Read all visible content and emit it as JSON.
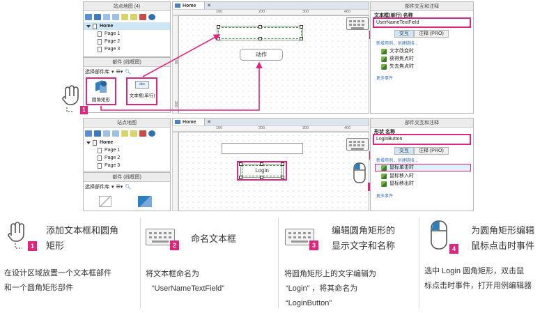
{
  "top": {
    "sitemap_title": "站点地图 (4)",
    "pages": {
      "home": "Home",
      "p1": "Page 1",
      "p2": "Page 2",
      "p3": "Page 3"
    },
    "library_title": "部件 (线框图)",
    "library_select": "选择部件库",
    "lib_items": {
      "rounded_rect": "圆角矩形",
      "textbox": "文本框(单行)",
      "textbox_glyph": "abc"
    },
    "doc_tab": "Home",
    "ruler_marks": [
      "100",
      "200",
      "300",
      "400"
    ],
    "vruler_marks": [
      "100",
      "200"
    ],
    "button_label": "动作",
    "inter_title": "部件交互和注释",
    "widget_type_label": "文本框(单行)  名称",
    "widget_name": "UserNameTextField",
    "tabs": [
      "交互",
      "注释 (PRO)"
    ],
    "links": "新增用例...  创建链接...",
    "events": [
      "文字改变时",
      "获得焦点时",
      "失去焦点时"
    ],
    "more_events": "更多事件"
  },
  "middle": {
    "sitemap_title": "站点地图",
    "pages": {
      "home": "Home",
      "p1": "Page 1",
      "p2": "Page 2",
      "p3": "Page 3"
    },
    "library_title": "部件 (线框图)",
    "library_select": "选择部件库",
    "doc_tab": "Home",
    "ruler_marks": [
      "100",
      "200",
      "300",
      "400"
    ],
    "button_label": "Login",
    "inter_title": "部件交互和注释",
    "widget_type_label": "形状  名称",
    "widget_name": "LoginButton",
    "tabs": [
      "交互",
      "注释 (PRO)"
    ],
    "links": "新增用例...  创建链接...",
    "events": [
      "鼠标单击时",
      "鼠标移入时",
      "鼠标移出时"
    ],
    "more_events": "更多事件"
  },
  "markers": [
    "1",
    "2",
    "3",
    "4"
  ],
  "steps": [
    {
      "number": "1",
      "title_line1": "添加文本框和圆角",
      "title_line2": "矩形",
      "desc_line1": "在设计区域放置一个文本框部件",
      "desc_line2": "和一个圆角矩形部件",
      "desc_line3": "",
      "icon": "hand-pointer-icon"
    },
    {
      "number": "2",
      "title_line1": "命名文本框",
      "title_line2": "",
      "desc_line1": "将文本框命名为",
      "desc_line2": "“UserNameTextField”",
      "desc_line3": "",
      "icon": "keyboard-icon"
    },
    {
      "number": "3",
      "title_line1": "编辑圆角矩形的",
      "title_line2": "显示文字和名称",
      "desc_line1": "将圆角矩形上的文字编辑为",
      "desc_line2": "“Login”  ，将其命名为",
      "desc_line3": "“LoginButton”",
      "icon": "keyboard-icon"
    },
    {
      "number": "4",
      "title_line1": "为圆角矩形编辑",
      "title_line2": "鼠标点击时事件",
      "desc_line1": "选中 Login 圆角矩形，双击鼠",
      "desc_line2": "标点击时事件，打开用例编辑器",
      "desc_line3": "",
      "icon": "mouse-icon"
    }
  ],
  "colors": {
    "accent": "#e0257c",
    "selection": "#cfe6f7",
    "link": "#3a73c4"
  }
}
